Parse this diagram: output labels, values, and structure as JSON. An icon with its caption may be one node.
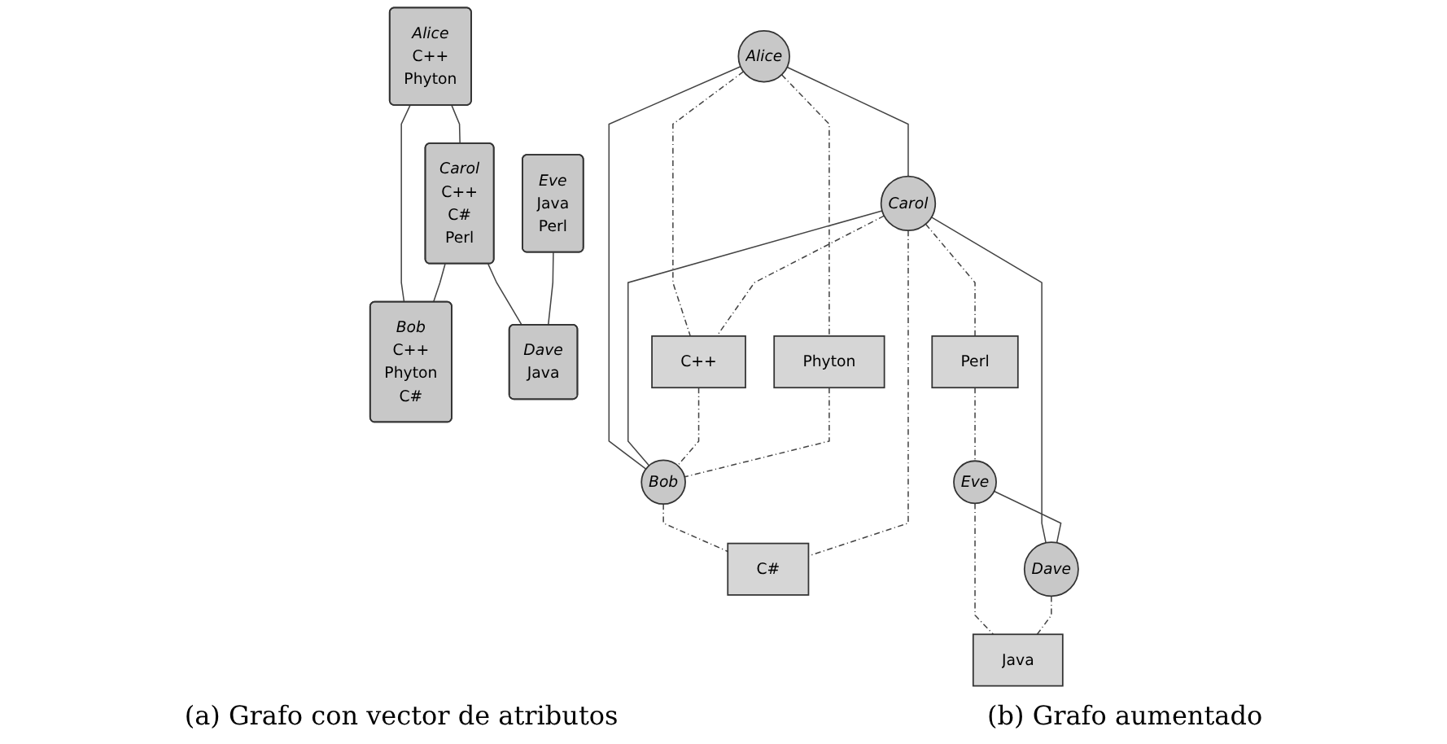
{
  "diagram": {
    "nodes": [
      {
        "text": [
          "Alice",
          "C++",
          "Phyton"
        ]
      },
      {
        "text": [
          "Carol",
          "C++",
          "C#",
          "Perl"
        ]
      },
      {
        "text": [
          "Eve",
          "Java",
          "Perl"
        ]
      },
      {
        "text": [
          "Bob",
          "C++",
          "Phyton",
          "C#"
        ]
      },
      {
        "text": [
          "Dave",
          "Java"
        ]
      },
      {
        "text": [
          "Alice"
        ]
      },
      {
        "text": [
          "Carol"
        ]
      },
      {
        "text": [
          "Eve"
        ]
      },
      {
        "text": [
          "Perl"
        ]
      },
      {
        "text": [
          "C++"
        ]
      },
      {
        "text": [
          "Phyton"
        ]
      },
      {
        "text": [
          "Bob"
        ]
      },
      {
        "text": [
          "C#"
        ]
      },
      {
        "text": [
          "Dave"
        ]
      },
      {
        "text": [
          "Java"
        ]
      }
    ],
    "edges": [
      {
        "from": 0,
        "to": 1,
        "arrow": "none"
      },
      {
        "from": 0,
        "to": 3,
        "arrow": "none"
      },
      {
        "from": 1,
        "to": 3,
        "arrow": "none"
      },
      {
        "from": 1,
        "to": 4,
        "arrow": "none"
      },
      {
        "from": 2,
        "to": 4,
        "arrow": "none"
      },
      {
        "from": 5,
        "to": 6,
        "arrow": "none"
      },
      {
        "from": 5,
        "to": 11,
        "arrow": "none"
      },
      {
        "from": 6,
        "to": 11,
        "arrow": "none"
      },
      {
        "from": 6,
        "to": 13,
        "arrow": "none"
      },
      {
        "from": 7,
        "to": 13,
        "arrow": "none"
      },
      {
        "from": 5,
        "to": 9,
        "arrow": "none",
        "style": "dashed"
      },
      {
        "from": 6,
        "to": 9,
        "arrow": "none",
        "style": "dashed"
      },
      {
        "from": 9,
        "to": 11,
        "arrow": "none",
        "style": "dashed"
      },
      {
        "from": 5,
        "to": 10,
        "arrow": "none",
        "style": "dashed"
      },
      {
        "from": 10,
        "to": 11,
        "arrow": "none",
        "style": "dashed"
      },
      {
        "from": 11,
        "to": 12,
        "arrow": "none",
        "style": "dashed"
      },
      {
        "from": 6,
        "to": 12,
        "arrow": "none",
        "style": "dashed"
      },
      {
        "from": 6,
        "to": 8,
        "arrow": "none",
        "style": "dashed"
      },
      {
        "from": 8,
        "to": 7,
        "arrow": "none",
        "style": "dashed"
      },
      {
        "from": 7,
        "to": 14,
        "arrow": "none",
        "style": "dashed"
      },
      {
        "from": 13,
        "to": 14,
        "arrow": "none",
        "style": "dashed"
      }
    ],
    "labels": [
      "(a) Grafo con vector de atributos",
      "(b) Grafo aumentado"
    ]
  }
}
